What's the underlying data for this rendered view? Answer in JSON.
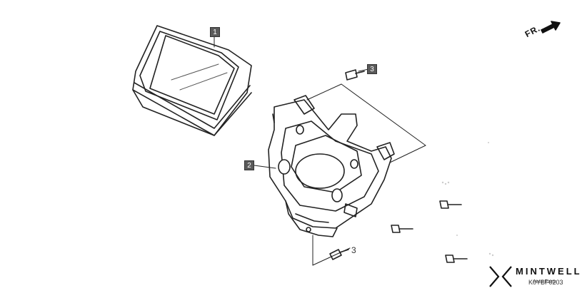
{
  "diagram": {
    "callouts": [
      {
        "id": "part-1",
        "label": "1"
      },
      {
        "id": "part-2",
        "label": "2"
      },
      {
        "id": "part-3",
        "label": "3"
      }
    ],
    "part_3_secondary_label": "3",
    "direction_label": "FR.",
    "reference_code": "K0YBF0203"
  },
  "branding": {
    "name": "MINTWELL",
    "tagline": "Auto Parts"
  },
  "colors": {
    "line": "#222222",
    "callout_fill": "#5a5a5a",
    "background": "#ffffff"
  }
}
